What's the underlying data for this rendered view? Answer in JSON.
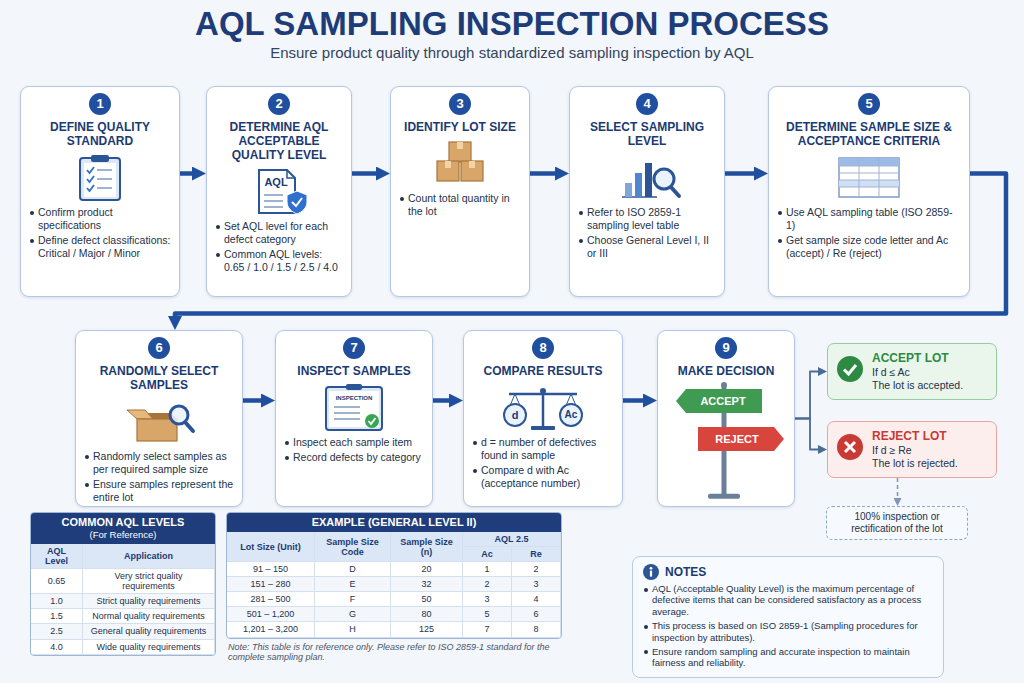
{
  "diagram": {
    "title": "AQL SAMPLING INSPECTION PROCESS",
    "caption": "Ensure product quality through standardized sampling inspection by AQL",
    "nodes": [
      {
        "text": [
          "1",
          "DEFINE QUALITY STANDARD",
          "Confirm product specifications",
          "Define defect classifications: Critical / Major / Minor"
        ]
      },
      {
        "text": [
          "2",
          "DETERMINE AQL ACCEPTABLE QUALITY LEVEL",
          "AQL",
          "Set AQL level for each defect category",
          "Common AQL levels: 0.65 / 1.0 / 1.5 / 2.5 / 4.0"
        ]
      },
      {
        "text": [
          "3",
          "IDENTIFY LOT SIZE",
          "Count total quantity in the lot"
        ]
      },
      {
        "text": [
          "4",
          "SELECT SAMPLING LEVEL",
          "Refer to ISO 2859-1 sampling level table",
          "Choose General Level I, II or III"
        ]
      },
      {
        "text": [
          "5",
          "DETERMINE SAMPLE SIZE & ACCEPTANCE CRITERIA",
          "Use AQL sampling table (ISO 2859-1)",
          "Get sample size code letter and Ac (accept) / Re (reject)"
        ]
      },
      {
        "text": [
          "6",
          "RANDOMLY SELECT SAMPLES",
          "Randomly select samples as per required sample size",
          "Ensure samples represent the entire lot"
        ]
      },
      {
        "text": [
          "7",
          "INSPECT SAMPLES",
          "INSPECTION",
          "Inspect each sample item",
          "Record defects by category"
        ]
      },
      {
        "text": [
          "8",
          "COMPARE RESULTS",
          "d",
          "Ac",
          "d = number of defectives found in sample",
          "Compare d with Ac (acceptance number)"
        ]
      },
      {
        "text": [
          "9",
          "MAKE DECISION"
        ]
      },
      {
        "text": [
          "ACCEPT"
        ],
        "in": 8
      },
      {
        "text": [
          "REJECT"
        ],
        "in": 8
      },
      {
        "text": [
          "ACCEPT LOT",
          "If d ≤ Ac",
          "The lot is accepted."
        ]
      },
      {
        "text": [
          "REJECT LOT",
          "If d ≥ Re",
          "The lot is rejected."
        ]
      },
      {
        "text": [
          "100% inspection or rectification of the lot"
        ]
      },
      {
        "text": [
          "COMMON AQL LEVELS",
          "(For Reference)",
          "AQL Level",
          "Application",
          "0.65",
          "Very strict quality requirements",
          "1.0",
          "Strict quality requirements",
          "1.5",
          "Normal quality requirements",
          "2.5",
          "General quality requirements",
          "4.0",
          "Wide quality requirements"
        ]
      },
      {
        "text": [
          "EXAMPLE (GENERAL LEVEL II)",
          "Lot Size (Unit)",
          "Sample Size Code",
          "Sample Size (n)",
          "AQL 2.5",
          "Ac",
          "Re",
          "91 – 150",
          "D",
          "20",
          "1",
          "2",
          "151 – 280",
          "E",
          "32",
          "2",
          "3",
          "281 – 500",
          "F",
          "50",
          "3",
          "4",
          "501 – 1,200",
          "G",
          "80",
          "5",
          "6",
          "1,201 – 3,200",
          "H",
          "125",
          "7",
          "8"
        ]
      },
      {
        "text": [
          "NOTES",
          "AQL (Acceptable Quality Level) is the maximum percentage of defective items that can be considered satisfactory as a process average.",
          "This process is based on ISO 2859-1 (Sampling procedures for inspection by attributes).",
          "Ensure random sampling and accurate inspection to maintain fairness and reliability."
        ]
      }
    ],
    "edges": [
      {
        "from": 0,
        "to": 1,
        "arrow": "to"
      },
      {
        "from": 1,
        "to": 2,
        "arrow": "to"
      },
      {
        "from": 2,
        "to": 3,
        "arrow": "to"
      },
      {
        "from": 3,
        "to": 4,
        "arrow": "to"
      },
      {
        "from": 4,
        "to": 5,
        "arrow": "to"
      },
      {
        "from": 5,
        "to": 6,
        "arrow": "to"
      },
      {
        "from": 6,
        "to": 7,
        "arrow": "to"
      },
      {
        "from": 7,
        "to": 8,
        "arrow": "to"
      },
      {
        "from": 8,
        "to": 11,
        "arrow": "to"
      },
      {
        "from": 8,
        "to": 12,
        "arrow": "to"
      },
      {
        "from": 12,
        "to": 13,
        "arrow": "to"
      }
    ],
    "labels": [
      "Note: This table is for reference only. Please refer to ISO 2859-1 standard for the complete sampling plan."
    ]
  }
}
